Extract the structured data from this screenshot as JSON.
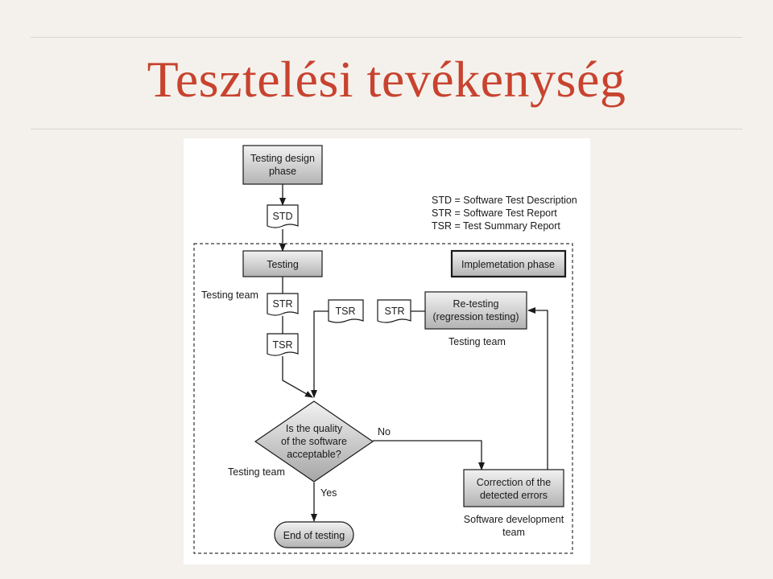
{
  "slide": {
    "title": "Tesztelési tevékenység"
  },
  "diagram": {
    "nodes": {
      "testing_design_phase": [
        "Testing design",
        "phase"
      ],
      "testing": "Testing",
      "implementation_phase": "Implemetation phase",
      "re_testing": [
        "Re-testing",
        "(regression testing)"
      ],
      "decision": [
        "Is the quality",
        "of the software",
        "acceptable?"
      ],
      "correction": [
        "Correction of the",
        "detected errors"
      ],
      "end_of_testing": "End of testing"
    },
    "documents": {
      "std": "STD",
      "str_1": "STR",
      "tsr_1": "TSR",
      "tsr_2": "TSR",
      "str_2": "STR"
    },
    "legend": [
      "STD = Software Test Description",
      "STR = Software Test Report",
      "TSR = Test Summary Report"
    ],
    "labels": {
      "testing_team_1": "Testing team",
      "testing_team_2": "Testing team",
      "testing_team_3": "Testing team",
      "software_development_team": [
        "Software development",
        "team"
      ],
      "no": "No",
      "yes": "Yes"
    }
  }
}
